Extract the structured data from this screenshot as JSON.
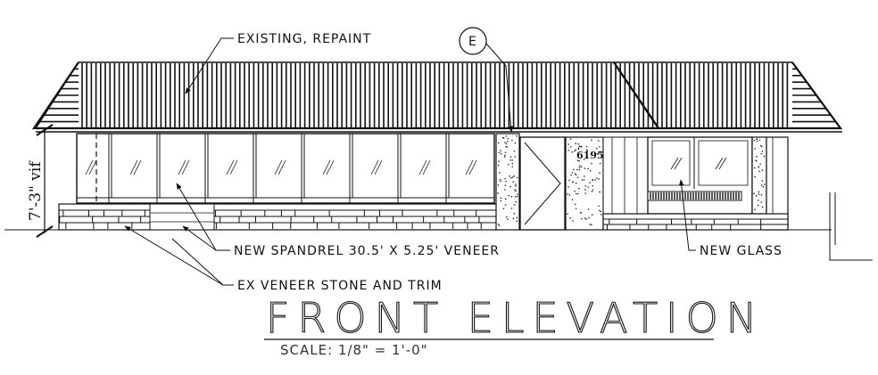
{
  "labels": {
    "existing_repaint": "EXISTING, REPAINT",
    "new_spandrel": "NEW SPANDREL 30.5' X 5.25' VENEER",
    "ex_veneer": "EX VENEER STONE AND TRIM",
    "new_glass": "NEW GLASS",
    "detail_marker": "E",
    "address": "6195",
    "height_dim": "7'-3\" vif"
  },
  "title": "FRONT ELEVATION",
  "scale": "SCALE:  1/8\"  =  1'-0\""
}
